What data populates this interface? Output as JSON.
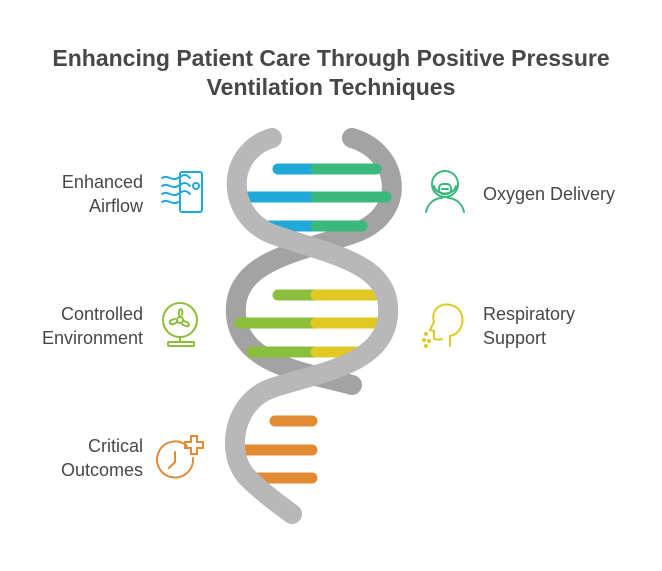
{
  "title": {
    "line1": "Enhancing Patient Care Through Positive Pressure",
    "line2": "Ventilation Techniques"
  },
  "items": [
    {
      "side": "left",
      "line1": "Enhanced",
      "line2": "Airflow",
      "icon": "airflow-icon",
      "color": "#1FA9D9"
    },
    {
      "side": "right",
      "line1": "Oxygen Delivery",
      "line2": "",
      "icon": "oxygen-mask-icon",
      "color": "#3BB87C"
    },
    {
      "side": "left",
      "line1": "Controlled",
      "line2": "Environment",
      "icon": "fan-icon",
      "color": "#8DBE3B"
    },
    {
      "side": "right",
      "line1": "Respiratory",
      "line2": "Support",
      "icon": "breathing-head-icon",
      "color": "#E2C823"
    },
    {
      "side": "left",
      "line1": "Critical",
      "line2": "Outcomes",
      "icon": "clock-plus-icon",
      "color": "#E38A35"
    }
  ],
  "colors": {
    "strand": "#B3B3B3",
    "strand_dark": "#9A9A9A",
    "text": "#474747"
  }
}
